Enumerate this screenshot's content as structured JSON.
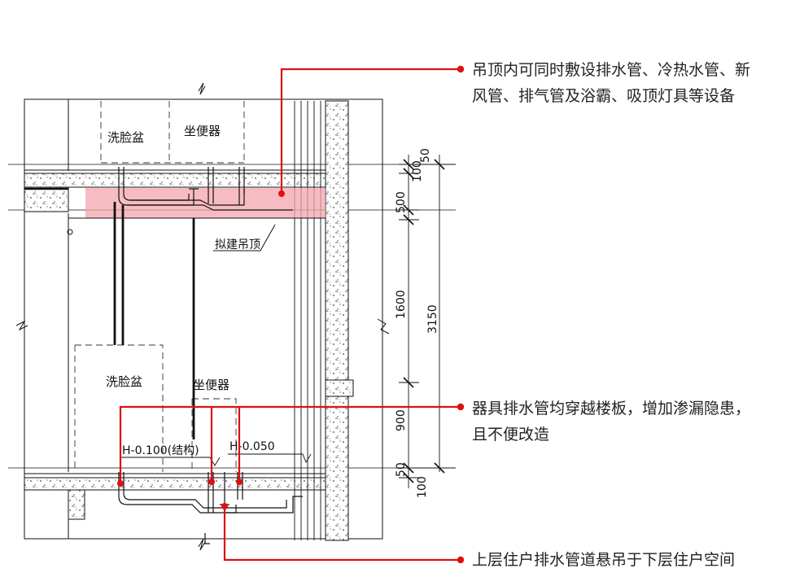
{
  "annotations": {
    "ceiling": {
      "line1": "吊顶内可同时敷设排水管、冷热水管、新",
      "line2": "风管、排气管及浴霸、吸顶灯具等设备"
    },
    "slab": {
      "line1": "器具排水管均穿越楼板，增加渗漏隐患，",
      "line2": "且不便改造"
    },
    "suspended": {
      "line1": "上层住户排水管道悬吊于下层住户空间"
    }
  },
  "drawing": {
    "fixtures": {
      "upper_basin": "洗脸盆",
      "upper_toilet": "坐便器",
      "lower_basin": "洗脸盆",
      "lower_toilet": "坐便器"
    },
    "ceiling_label": "拟建吊顶",
    "level_structure": "H-0.100(结构)",
    "level_finish": "H-0.050",
    "dimensions": {
      "d50_top": "50",
      "d100_top": "100",
      "d500": "500",
      "d1600": "1600",
      "d900": "900",
      "d50_bottom": "50",
      "d100_bottom": "100",
      "d3150": "3150"
    }
  },
  "colors": {
    "leader": "#dd1111",
    "highlight": "#f4a6ac",
    "line": "#111111"
  }
}
